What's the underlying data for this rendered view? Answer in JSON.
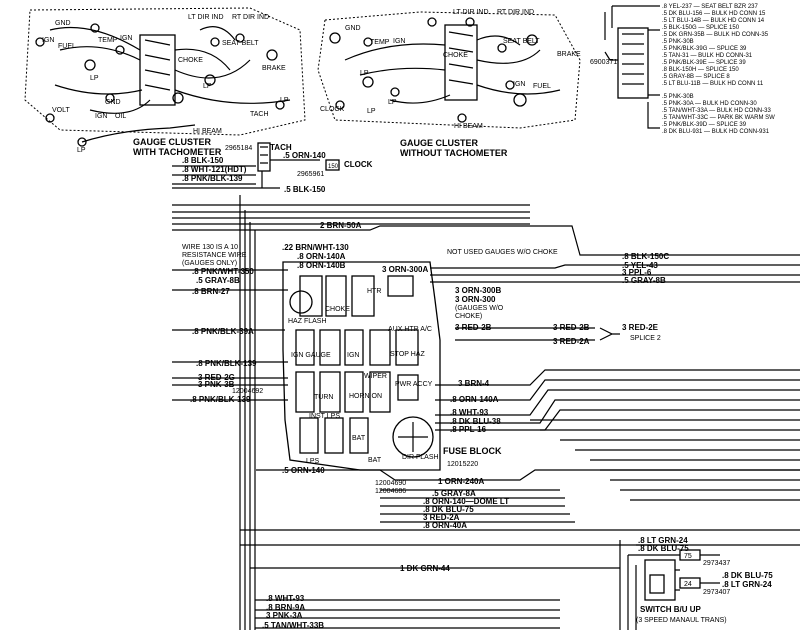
{
  "clusters": {
    "tach": {
      "title_line1": "GAUGE CLUSTER",
      "title_line2": "WITH TACHOMETER",
      "labels": {
        "gnd_top": "GND",
        "lt_dir_ind": "LT DIR IND",
        "rt_dir_ind": "RT DIR IND",
        "ign_left": "IGN",
        "fuel": "FUEL",
        "temp": "TEMP",
        "ign_mid": "IGN",
        "seat_belt": "SEAT BELT",
        "choke": "CHOKE",
        "brake": "BRAKE",
        "lp_left": "LP",
        "lp_mid": "LP",
        "lp_right": "LP",
        "volt": "VOLT",
        "gnd_mid": "GND",
        "ign_low": "IGN",
        "oil": "OIL",
        "tach": "TACH",
        "hi_beam": "HI BEAM",
        "lp_bottom": "LP"
      }
    },
    "notach": {
      "title_line1": "GAUGE CLUSTER",
      "title_line2": "WITHOUT TACHOMETER",
      "labels": {
        "lt_dir_ind": "LT DIR IND",
        "rt_dir_ind": "RT DIR IND",
        "gnd": "GND",
        "temp": "TEMP",
        "ign": "IGN",
        "seat_belt": "SEAT BELT",
        "choke": "CHOKE",
        "brake": "BRAKE",
        "lp_left": "LP",
        "lp_mid": "LP",
        "ign_low": "IGN",
        "fuel": "FUEL",
        "clock": "CLOCK",
        "lp_bottom": "LP",
        "hi_beam": "HI BEAM"
      }
    }
  },
  "connector_detail": {
    "part_number": "6900371",
    "wires": [
      ".8 YEL-237 — SEAT BELT BZR 237",
      ".5 DK BLU-156 — BULK HD CONN 15",
      ".5 LT BLU-14B — BULK HD CONN 14",
      ".5 BLK-150G — SPLICE 150",
      ".5 DK GRN-35B — BULK HD CONN-35",
      ".5 PNK-30B",
      ".5 PNK/BLK-39G — SPLICE 39",
      ".5 TAN-31 — BULK HD CONN-31",
      ".5 PNK/BLK-39E — SPLICE 39",
      ".8 BLK-150H — SPLICE 150",
      ".5 GRAY-8B — SPLICE 8",
      ".5 LT BLU-11B — BULK HD CONN 11",
      ".5 PNK-30B",
      ".5 PNK-30A — BULK HD CONN-30",
      ".5 TAN/WHT-33A — BULK HD CONN-33",
      ".5 TAN/WHT-33C — PARK BK WARM SW",
      ".5 PNK/BLK-39D — SPLICE 39",
      ".8 DK BLU-931 — BULK HD CONN-931"
    ]
  },
  "tach_connector": {
    "part_2965184": "2965184",
    "tach": "TACH",
    "orn_140": ".5 ORN-140",
    "blk_150": ".8 BLK-150",
    "wht_121": ".8 WHT-121(HDT)",
    "pnk_blk_139": ".8 PNK/BLK-139",
    "blk_150_b": ".5 BLK-150",
    "clock": "CLOCK",
    "part_2965961": "2965961",
    "conn_tag": "150"
  },
  "fuse_block": {
    "title": "FUSE BLOCK",
    "part": "12015220",
    "note_line1": "WIRE 130 IS A 10",
    "note_line2": "RESISTANCE WIRE",
    "note_line3": "(GAUGES ONLY)",
    "not_used_note": "NOT USED GAUGES W/O CHOKE",
    "gauges_wo_choke": "(GAUGES W/O",
    "choke_close": "CHOKE)",
    "part_12004692": "12004692",
    "part_12004690": "12004690",
    "part_12004686": "12004686",
    "cells": {
      "haz_flash": "HAZ FLASH",
      "choke": "CHOKE",
      "htr": "HTR",
      "ign_gauge": "IGN GAUGE",
      "aux_htr_ac": "AUX HTR A/C",
      "ign": "IGN",
      "wiper": "WIPER",
      "stop_haz": "STOP HAZ",
      "pwr_accy": "PWR ACCY",
      "turn": "TURN",
      "horn_on": "HORN ON",
      "inst_lps": "INST LPS",
      "lps": "LPS",
      "bat1": "BAT",
      "bat2": "BAT",
      "dir_flash": "DIR FLASH"
    }
  },
  "wires": {
    "brn_50a": "2 BRN-50A",
    "brn_wht_130": ".22 BRN/WHT-130",
    "orn_140a": ".8 ORN-140A",
    "orn_140b": ".8 ORN-140B",
    "pnk_wht_350": ".8 PNK/WHT-350",
    "gray_8b_left": ".5 GRAY-8B",
    "brn_27": ".8 BRN-27",
    "orn_300a": "3 ORN-300A",
    "blk_150c": ".8 BLK-150C",
    "yel_43": ".5 YEL-43",
    "ppl_6": "3 PPL-6",
    "gray_8b_right": ".5 GRAY-8B",
    "orn_300b": "3 ORN-300B",
    "orn_300": "3 ORN-300",
    "pnk_blk_39a": ".8 PNK/BLK-39A",
    "red_2b": "3 RED-2B",
    "red_2b_2": "3 RED-2B",
    "red_2a": "3 RED-2A",
    "red_2e": "3 RED-2E",
    "splice_2": "SPLICE 2",
    "pnk_blk_139_a": ".8 PNK/BLK-139",
    "red_2g": "3 RED-2G",
    "pnk_3b": "3 PNK-3B",
    "pnk_blk_139_b": ".8 PNK/BLK-139",
    "brn_4": "3 BRN-4",
    "orn_140a_b": ".8 ORN-140A",
    "wht_93": ".8 WHT-93",
    "dk_blu_38": ".8 DK BLU-38",
    "ppl_16": ".8 PPL-16",
    "orn_140_lower": ".5 ORN-140",
    "orn_240a": "1 ORN-240A",
    "gray_8a": ".5 GRAY-8A",
    "orn_140_dome": ".8 ORN-140—DOME LT",
    "dk_blu_75": ".8 DK BLU-75",
    "red_2a_b": "3 RED-2A",
    "orn_40a": ".8 ORN-40A",
    "dk_grn_44": "1 DK GRN-44",
    "wht_93_b": ".8 WHT-93",
    "brn_9a": ".8 BRN-9A",
    "pnk_3a": "3 PNK-3A",
    "tan_wht_33b": ".5 TAN/WHT-33B"
  },
  "switch": {
    "title": "SWITCH B/U UP",
    "subtitle": "(3 SPEED MANAUL TRANS)",
    "lt_grn_24": ".8 LT GRN-24",
    "dk_blu_75": ".8 DK BLU-75",
    "tag_75": "75",
    "tag_24": "24",
    "part_2973437": "2973437",
    "part_2973407": "2973407",
    "dk_blu_75_r": ".8 DK BLU-75",
    "lt_grn_24_r": ".8 LT GRN-24"
  }
}
